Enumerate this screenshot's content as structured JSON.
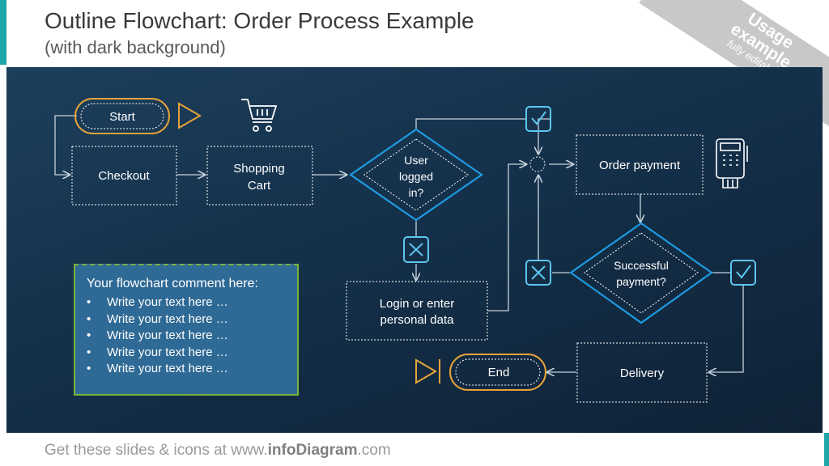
{
  "header": {
    "title": "Outline Flowchart: Order Process Example",
    "subtitle": "(with dark background)"
  },
  "ribbon": {
    "line1": "Usage",
    "line2": "example",
    "line3": "fully editable"
  },
  "flow": {
    "start": "Start",
    "checkout": "Checkout",
    "shopping_cart_line1": "Shopping",
    "shopping_cart_line2": "Cart",
    "decision_logged_line1": "User",
    "decision_logged_line2": "logged",
    "decision_logged_line3": "in?",
    "login_line1": "Login or enter",
    "login_line2": "personal data",
    "order_payment": "Order payment",
    "decision_payment_line1": "Successful",
    "decision_payment_line2": "payment?",
    "delivery": "Delivery",
    "end": "End"
  },
  "comment": {
    "title": "Your flowchart comment here:",
    "items": [
      "Write your text here …",
      "Write your text here …",
      "Write your text here …",
      "Write your text here …",
      "Write your text here …"
    ]
  },
  "footer": {
    "prefix": "Get these slides & icons at www.",
    "brand": "infoDiagram",
    "suffix": ".com"
  },
  "colors": {
    "background": "#15324d",
    "terminal_outline": "#e8a33a",
    "decision_outline": "#1e9be0",
    "check_icon": "#5ec6f0",
    "comment_fill": "#2f6a96",
    "comment_border": "#7ab33a",
    "accent": "#1fa7a7"
  },
  "icons": [
    "play-icon",
    "shopping-cart-icon",
    "check-icon",
    "cross-icon",
    "payment-terminal-icon",
    "end-icon"
  ]
}
